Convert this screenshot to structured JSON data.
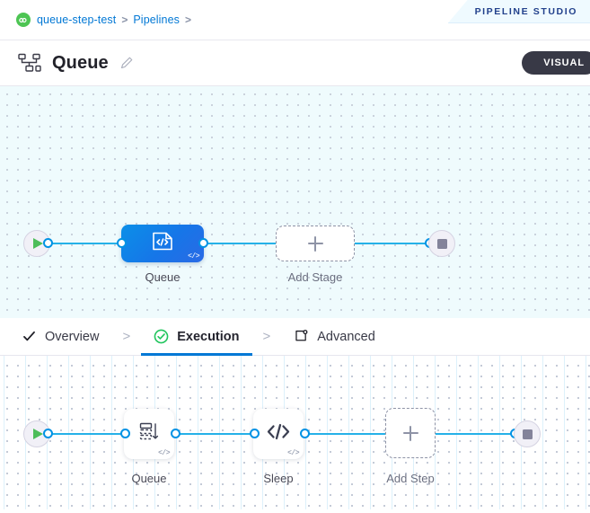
{
  "breadcrumb": {
    "project_icon": "harness-project-icon",
    "items": [
      {
        "label": "queue-step-test",
        "link": true
      },
      {
        "label": "Pipelines",
        "link": true
      }
    ],
    "separator": ">"
  },
  "studio_tag": {
    "label": "PIPELINE STUDIO"
  },
  "header": {
    "icon": "pipeline-hierarchy-icon",
    "title": "Queue",
    "edit_icon": "pencil-edit-icon",
    "visual_button": {
      "label": "VISUAL"
    }
  },
  "stage_canvas": {
    "start_node": {
      "name": "pipeline-start-node",
      "icon": "play-icon"
    },
    "end_node": {
      "name": "pipeline-end-node",
      "icon": "stop-square-icon"
    },
    "nodes": [
      {
        "id": "queue-stage",
        "label": "Queue",
        "icon": "custom-stage-code-icon",
        "badge": "</>",
        "type": "stage",
        "selected": true
      },
      {
        "id": "add-stage",
        "label": "Add Stage",
        "icon": "plus-icon",
        "type": "add"
      }
    ]
  },
  "tabs": {
    "items": [
      {
        "id": "overview",
        "label": "Overview",
        "icon": "check-icon",
        "active": false
      },
      {
        "id": "execution",
        "label": "Execution",
        "icon": "green-check-circle-icon",
        "active": true
      },
      {
        "id": "advanced",
        "label": "Advanced",
        "icon": "advanced-gear-icon",
        "active": false
      }
    ],
    "separator": ">"
  },
  "execution_canvas": {
    "start_node": {
      "name": "execution-start-node",
      "icon": "play-icon"
    },
    "end_node": {
      "name": "execution-end-node",
      "icon": "stop-square-icon"
    },
    "nodes": [
      {
        "id": "queue-step",
        "label": "Queue",
        "icon": "queue-step-icon",
        "badge": "</>",
        "type": "step"
      },
      {
        "id": "sleep-step",
        "label": "Sleep",
        "icon": "code-brackets-icon",
        "badge": "</>",
        "type": "step"
      },
      {
        "id": "add-step",
        "label": "Add Step",
        "icon": "plus-icon",
        "type": "add"
      }
    ]
  },
  "colors": {
    "link": "#0278d5",
    "accent_blue": "#25b1e8",
    "stage_blue": "#1676e8",
    "success_green": "#4dc553",
    "dark_pill": "#383946",
    "canvas_top_bg": "#effbfd"
  }
}
